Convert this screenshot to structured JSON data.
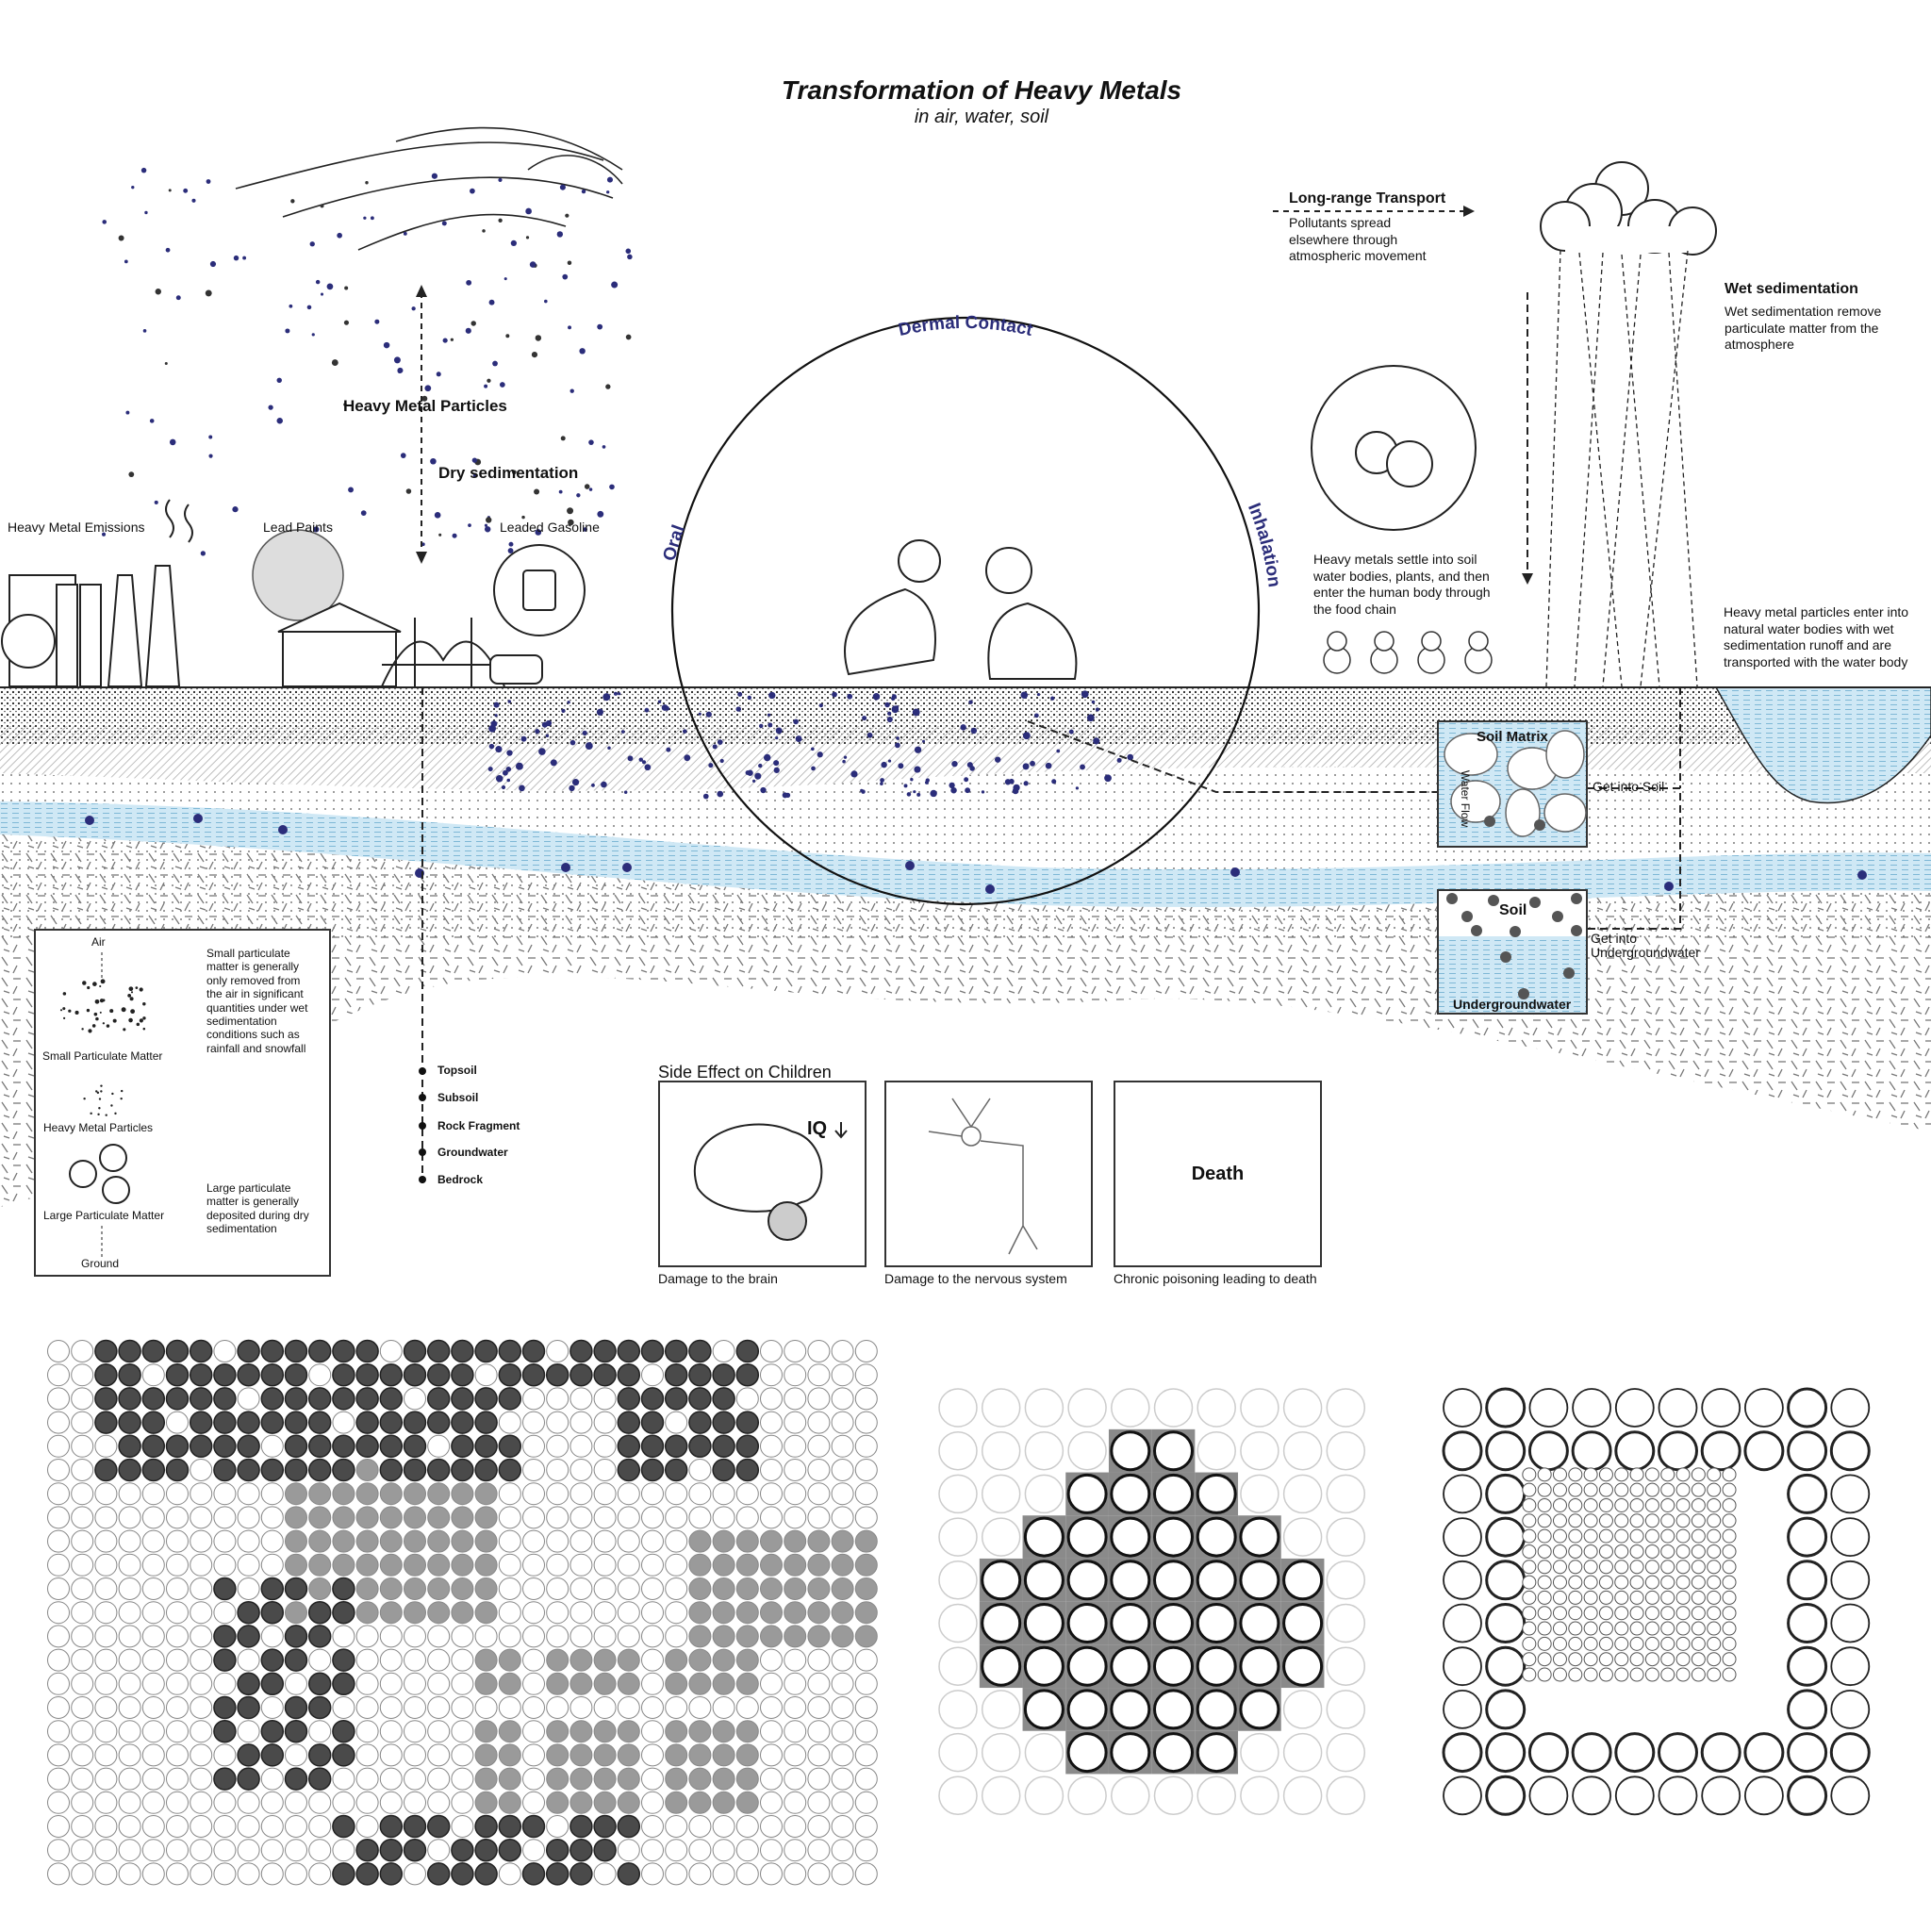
{
  "title": "Transformation of Heavy Metals",
  "subtitle": "in air, water, soil",
  "air": {
    "heavy_metal_particles": "Heavy Metal Particles",
    "dry_sedimentation": "Dry sedimentation",
    "heavy_metal_emissions": "Heavy Metal Emissions",
    "lead_paints": "Lead Paints",
    "leaded_gasoline": "Leaded Gasoline"
  },
  "long_range": {
    "title": "Long-range Transport",
    "text": "Pollutants spread elsewhere through atmospheric movement"
  },
  "wet": {
    "title": "Wet sedimentation",
    "text": "Wet sedimentation remove particulate matter from the atmosphere"
  },
  "food_chain_text": "Heavy metals settle into soil water bodies, plants, and then enter the human body through the food chain",
  "water_body_text": "Heavy metal particles enter into natural water bodies with wet sedimentation runoff and are transported with the water body",
  "exposure": {
    "dermal": "Dermal Contact",
    "oral": "Oral",
    "inhalation": "Inhalation"
  },
  "soil_matrix": {
    "title": "Soil Matrix",
    "water_flow": "Water Flow",
    "get_into": "Get into Soil"
  },
  "soil_water": {
    "soil": "Soil",
    "water": "Undergroundwater",
    "get_into": "Get into Undergroundwater"
  },
  "layers": [
    "Topsoil",
    "Subsoil",
    "Rock Fragment",
    "Groundwater",
    "Bedrock"
  ],
  "legend": {
    "air": "Air",
    "ground": "Ground",
    "small": "Small Particulate Matter",
    "heavy": "Heavy Metal Particles",
    "large": "Large Particulate Matter",
    "small_text": "Small particulate matter is generally only removed from the air in significant quantities under wet sedimentation conditions such as rainfall and snowfall",
    "large_text": "Large particulate matter is generally deposited during dry sedimentation"
  },
  "side_effects": {
    "title": "Side Effect on Children",
    "iq": "IQ",
    "death": "Death",
    "captions": [
      "Damage to the brain",
      "Damage to the nervous system",
      "Chronic poisoning leading to death"
    ]
  },
  "colors": {
    "particle": "#2b2d7a",
    "water": "#bfe0f0",
    "dark_cell": "#4a4a4a",
    "mid_cell": "#9a9a9a"
  }
}
